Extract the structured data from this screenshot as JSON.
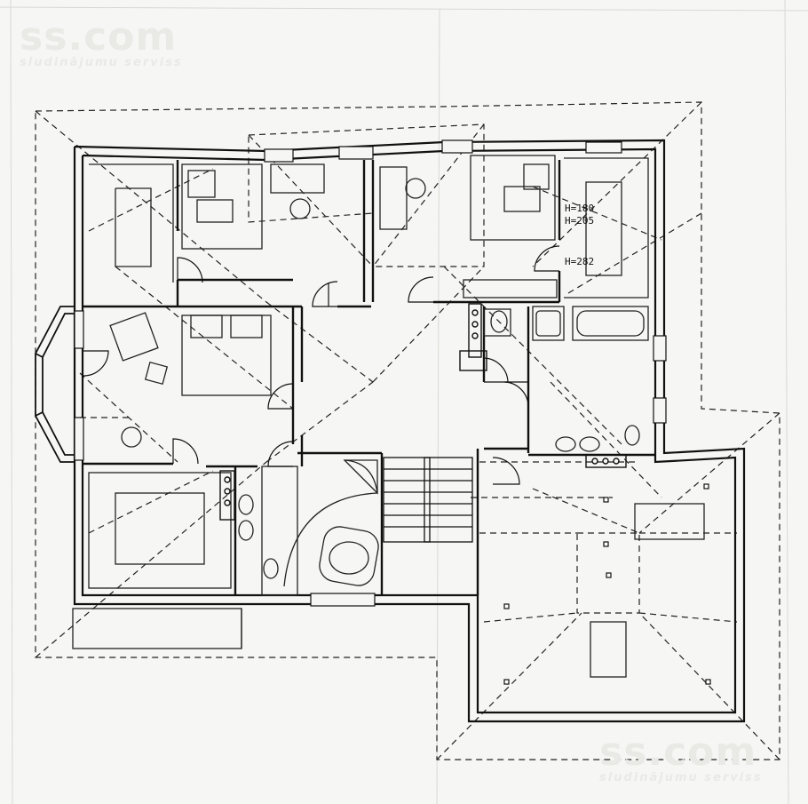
{
  "watermark": {
    "brand": "ss.com",
    "tagline": "sludinājumu serviss"
  },
  "plan": {
    "height_labels": [
      "H=180",
      "H=205",
      "H=282"
    ]
  },
  "colors": {
    "paper": "#f6f6f4",
    "ink": "#1a1a1a",
    "watermark": "#e9e9e6"
  }
}
